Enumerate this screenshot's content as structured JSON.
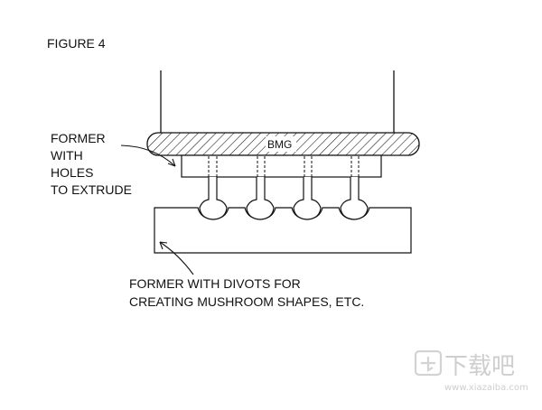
{
  "figure_label": "FIGURE 4",
  "labels": {
    "bmg": "BMG",
    "former_holes": [
      "FORMER",
      "WITH",
      "HOLES",
      "TO EXTRUDE"
    ],
    "former_divots": [
      "FORMER WITH DIVOTS FOR",
      "CREATING MUSHROOM SHAPES, ETC."
    ]
  },
  "watermark": {
    "logo_text": "下载吧",
    "url": "www.xiazaiba.com"
  },
  "colors": {
    "line": "#111111",
    "watermark": "#c9c9c9"
  }
}
